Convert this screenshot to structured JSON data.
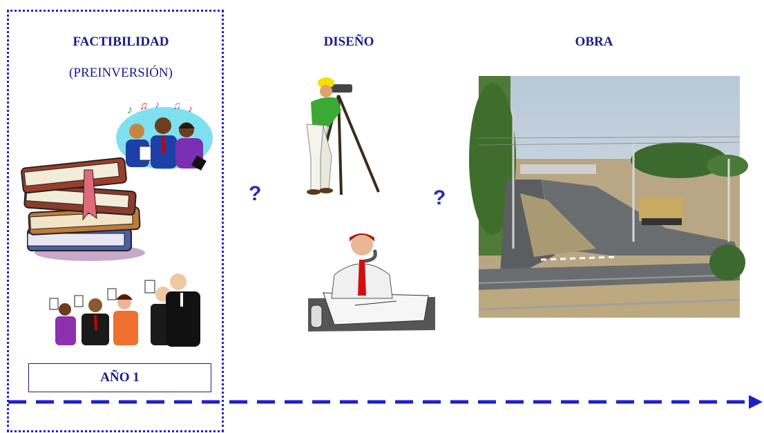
{
  "stages": {
    "factibilidad": {
      "title": "FACTIBILIDAD",
      "subtitle": "(PREINVERSIÓN)",
      "year_label": "AÑO 1"
    },
    "diseno": {
      "title": "DISEÑO"
    },
    "obra": {
      "title": "OBRA"
    }
  },
  "question_mark": "?",
  "colors": {
    "accent": "#1a1a8c",
    "arrow": "#1f1fd0",
    "frame": "#2020c8"
  },
  "icons": [
    "singing-people-icon",
    "books-icon",
    "voting-people-icon",
    "surveyor-icon",
    "drafting-engineer-icon",
    "road-photo"
  ]
}
